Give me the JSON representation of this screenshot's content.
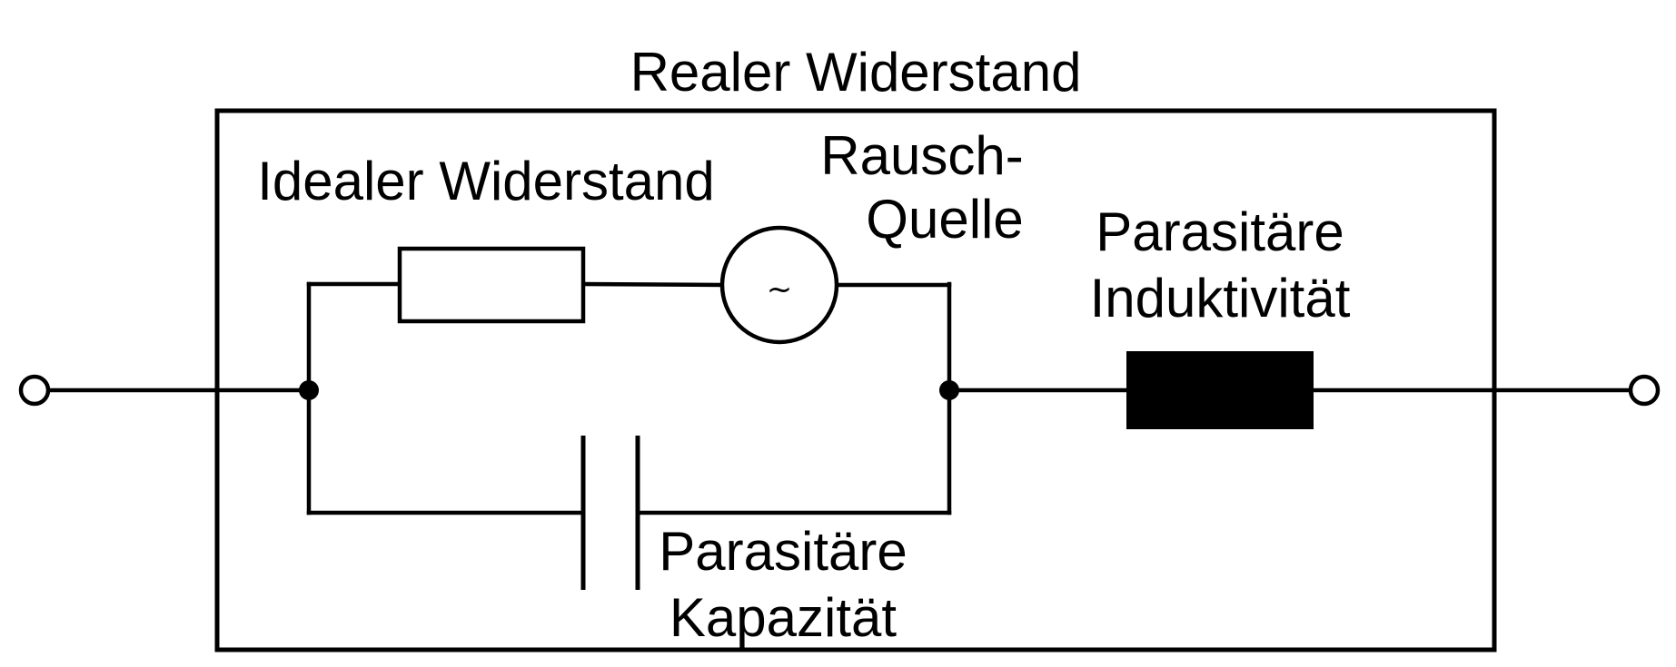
{
  "diagram": {
    "title": "Realer Widerstand",
    "ideal_resistor_label": "Idealer Widerstand",
    "noise_source_label": [
      "Rausch-",
      "Quelle"
    ],
    "noise_source_symbol": "~",
    "parasitic_inductance_label": [
      "Parasitäre",
      "Induktivität"
    ],
    "parasitic_capacitance_label": [
      "Parasitäre",
      "Kapazität"
    ]
  }
}
